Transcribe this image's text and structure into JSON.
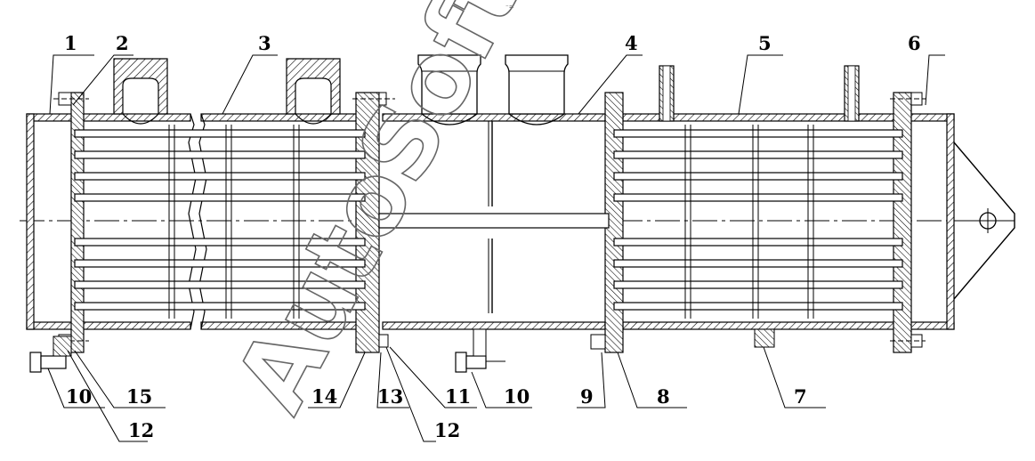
{
  "watermark": "AutoSoft",
  "top_mark": "⁻=",
  "callouts": {
    "c1": "1",
    "c2": "2",
    "c3": "3",
    "c4": "4",
    "c5": "5",
    "c6": "6",
    "c7": "7",
    "c8": "8",
    "c9": "9",
    "c10a": "10",
    "c10b": "10",
    "c11": "11",
    "c12a": "12",
    "c12b": "12",
    "c13": "13",
    "c14": "14",
    "c15": "15"
  }
}
